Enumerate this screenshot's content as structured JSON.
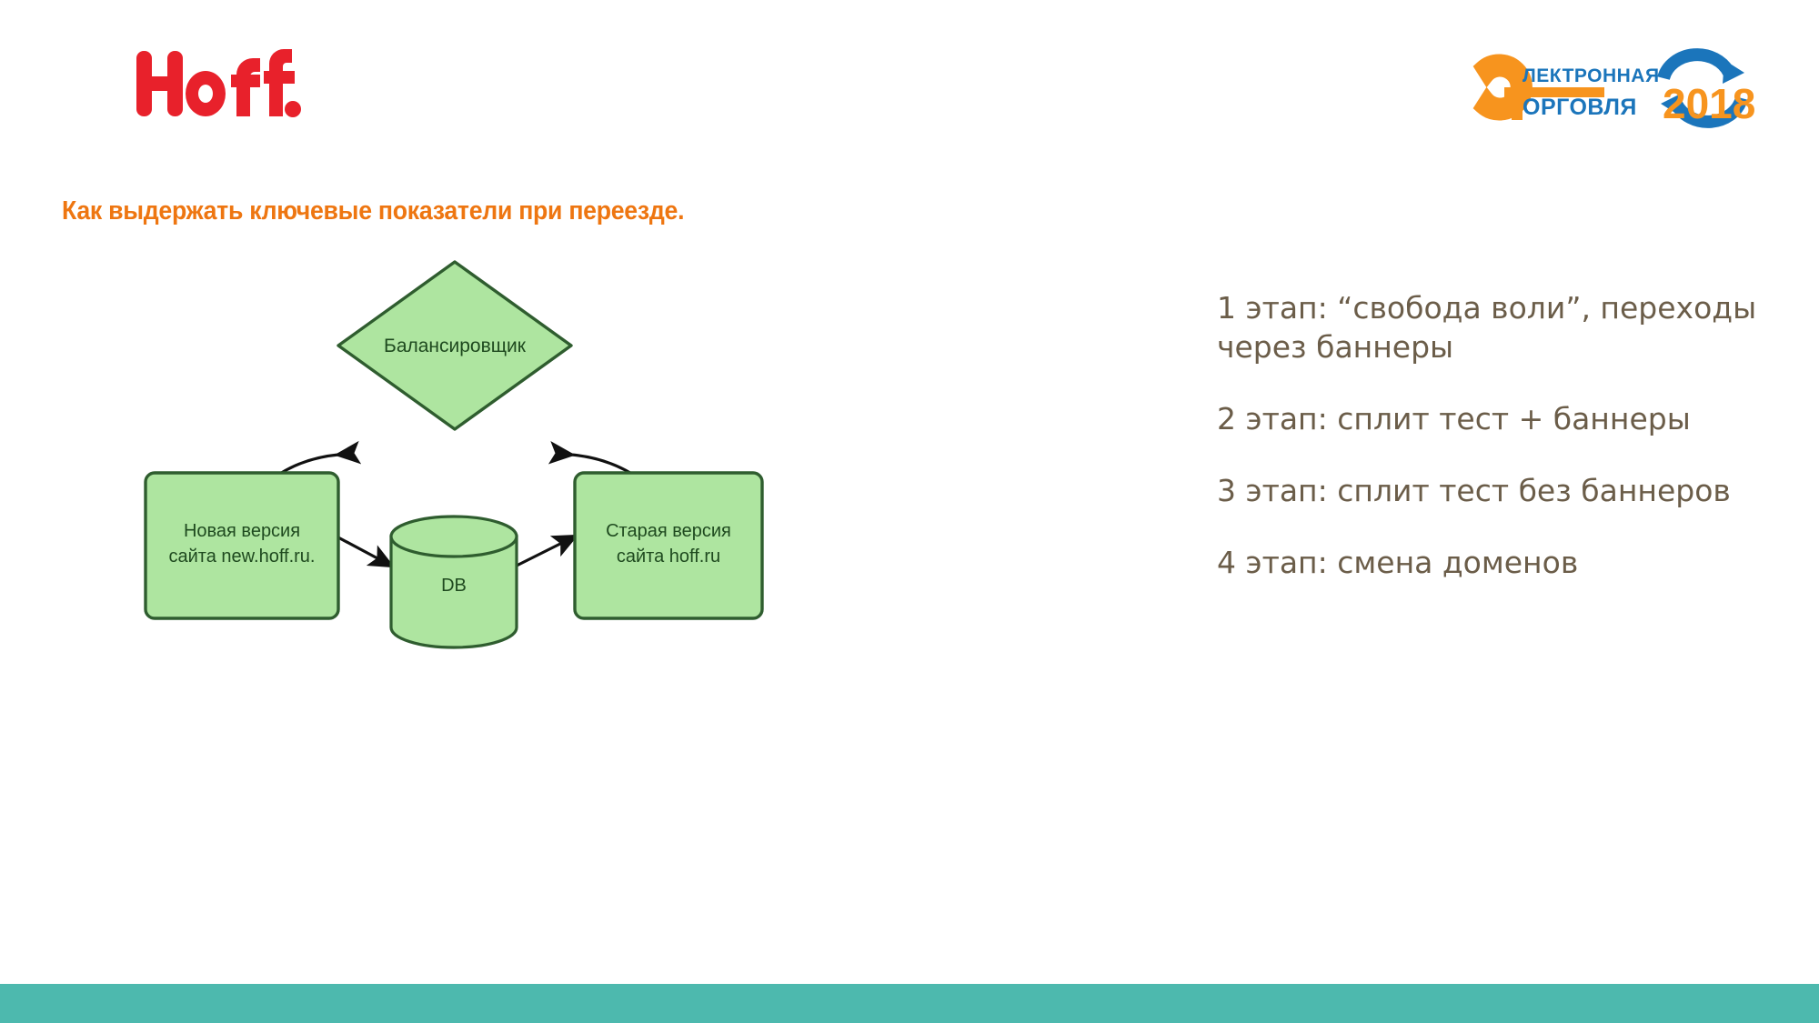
{
  "brand": {
    "logo_text": "Hoff",
    "logo_color": "#E8212B"
  },
  "event_logo": {
    "line1": "ЛЕКТРОННАЯ",
    "line2": "ОРГОВЛЯ",
    "big_e": "Э",
    "big_t": "Т",
    "year": "2018",
    "orange": "#F7941E",
    "blue": "#1B75BB"
  },
  "title": {
    "text": "Как выдержать ключевые показатели при переезде.",
    "color": "#EE7611"
  },
  "diagram": {
    "type": "flowchart",
    "fill": "#AEE5A0",
    "stroke": "#2F5D2F",
    "nodes": [
      {
        "id": "balancer",
        "shape": "diamond",
        "label": "Балансировщик"
      },
      {
        "id": "new-site",
        "shape": "rounded-rect",
        "label_line1": "Новая версия",
        "label_line2": "сайта new.hoff.ru."
      },
      {
        "id": "old-site",
        "shape": "rounded-rect",
        "label_line1": "Старая версия",
        "label_line2": "сайта hoff.ru"
      },
      {
        "id": "db",
        "shape": "cylinder",
        "label": "DB"
      }
    ],
    "edges": [
      {
        "from": "new-site",
        "to": "balancer",
        "style": "curved",
        "arrows": "both"
      },
      {
        "from": "old-site",
        "to": "balancer",
        "style": "curved",
        "arrows": "both"
      },
      {
        "from": "new-site",
        "to": "db",
        "style": "straight",
        "arrows": "both"
      },
      {
        "from": "db",
        "to": "old-site",
        "style": "straight",
        "arrows": "both"
      }
    ]
  },
  "stages": [
    {
      "text": "1 этап: “свобода воли”, переходы через баннеры"
    },
    {
      "text": "2 этап: сплит тест + баннеры"
    },
    {
      "text": "3 этап: сплит тест без баннеров"
    },
    {
      "text": "4 этап: смена доменов"
    }
  ],
  "footer": {
    "bar_color": "#4DB9AE"
  }
}
